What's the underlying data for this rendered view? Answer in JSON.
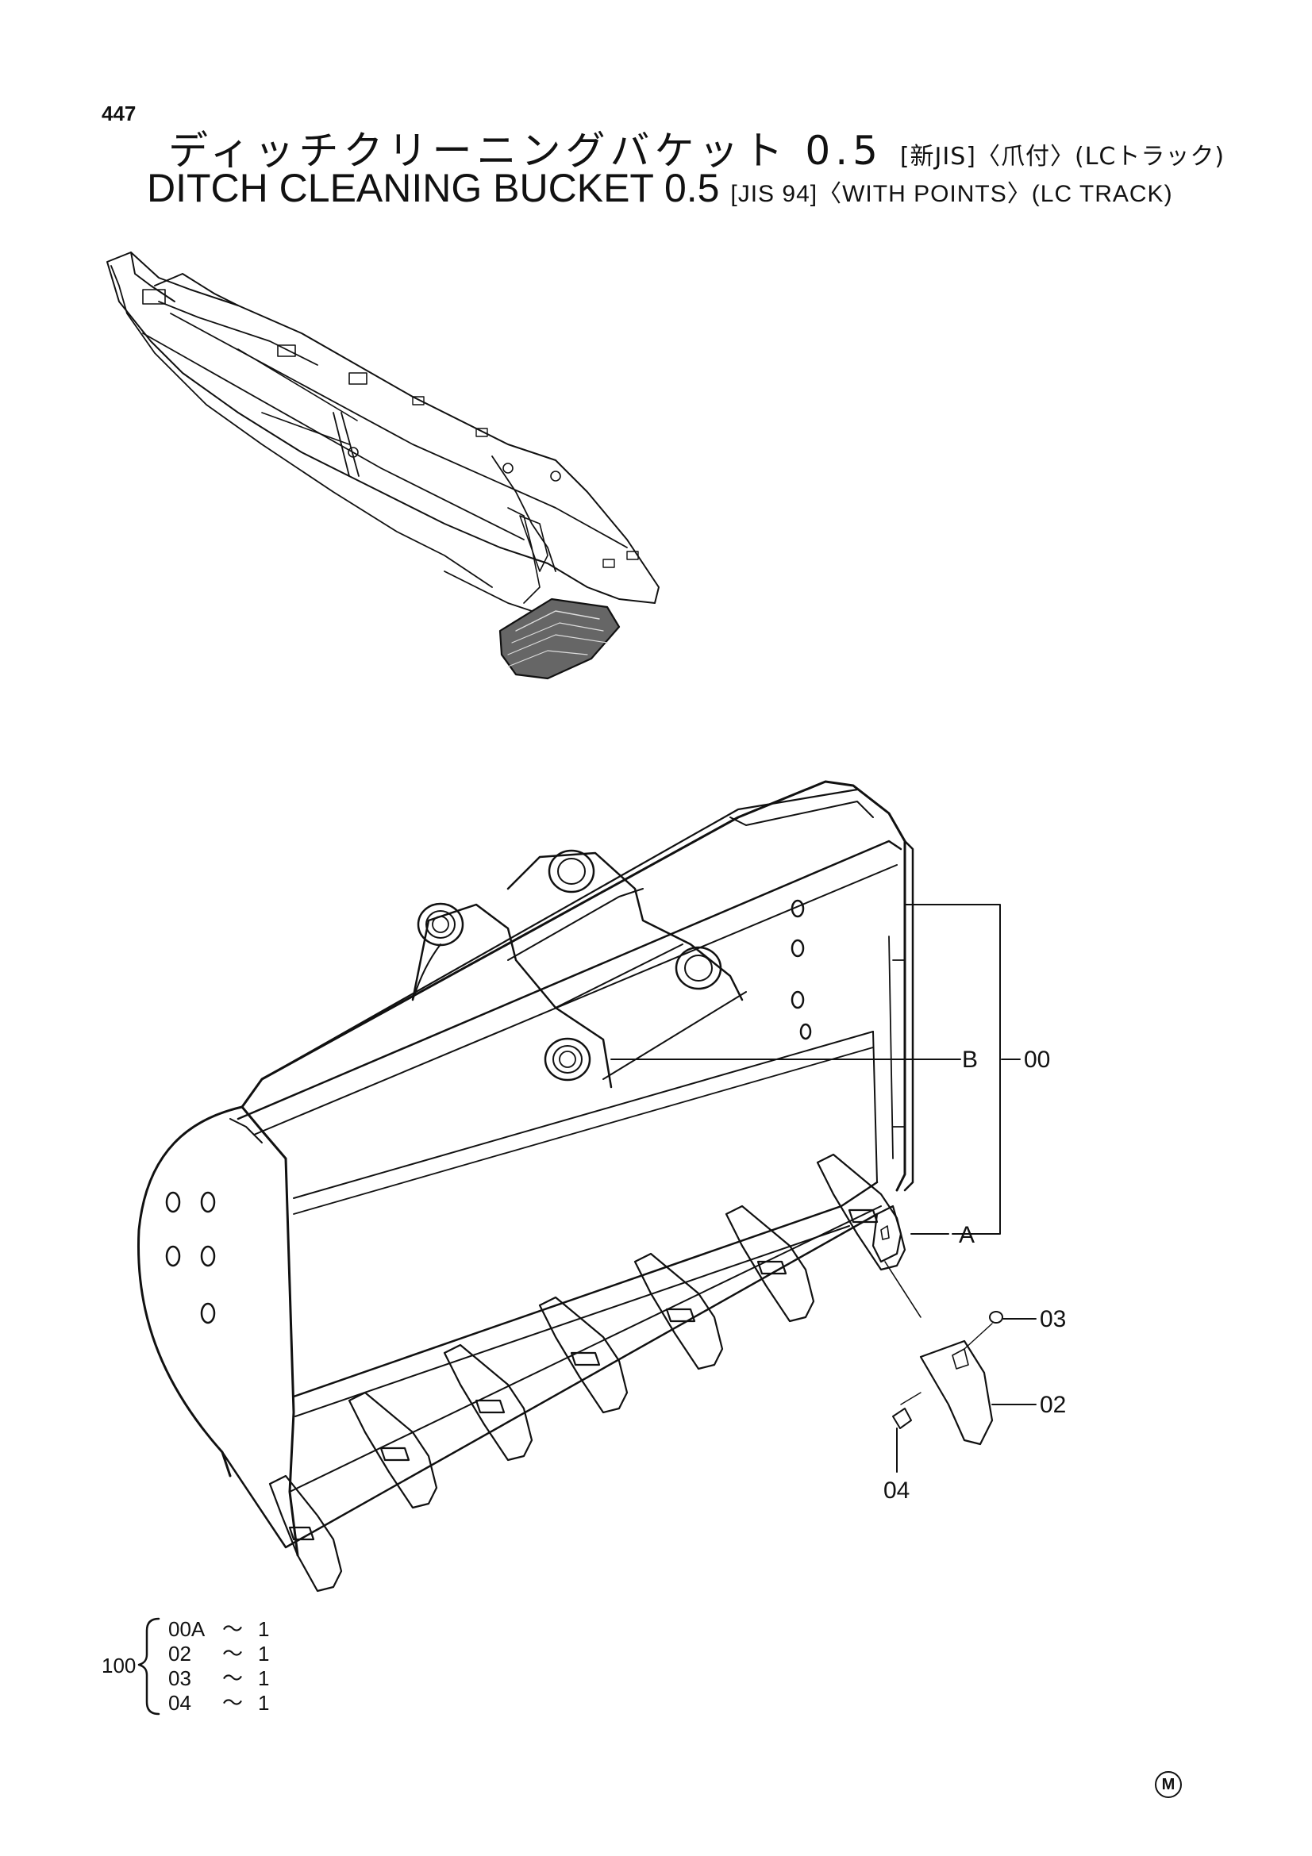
{
  "page_number": "447",
  "title_jp": {
    "main": "ディッチクリーニングバケット",
    "size": "0.5",
    "spec": "[新JIS]〈爪付〉(LCトラック)"
  },
  "title_en": {
    "main": "DITCH CLEANING BUCKET",
    "size": "0.5",
    "spec": "[JIS 94]〈WITH POINTS〉(LC TRACK)"
  },
  "callouts": {
    "b": "B",
    "a": "A",
    "p00": "00",
    "p03": "03",
    "p02": "02",
    "p04": "04"
  },
  "kit": {
    "id": "100",
    "lines": [
      {
        "part": "00A",
        "sep": "〜",
        "qty": "1"
      },
      {
        "part": "02",
        "sep": "〜",
        "qty": "1"
      },
      {
        "part": "03",
        "sep": "〜",
        "qty": "1"
      },
      {
        "part": "04",
        "sep": "〜",
        "qty": "1"
      }
    ]
  },
  "mark": "M"
}
